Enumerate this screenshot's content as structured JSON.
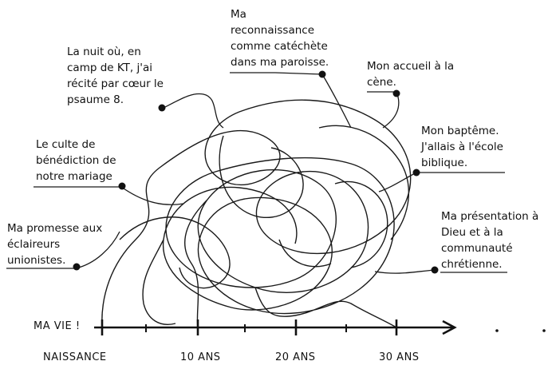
{
  "axis": {
    "title": "MA VIE !",
    "ticks": [
      "NAISSANCE",
      "10 ANS",
      "20 ANS",
      "30 ANS"
    ]
  },
  "annotations": [
    {
      "id": "catechete",
      "text": "Ma\nreconnaissance\ncomme catéchète\ndans ma paroisse."
    },
    {
      "id": "psaume",
      "text": "La nuit où, en\ncamp de KT, j'ai\nrécité par cœur le\npsaume 8."
    },
    {
      "id": "cene",
      "text": "Mon accueil à la\ncène."
    },
    {
      "id": "bapteme",
      "text": "Mon baptême.\nJ'allais à l'école\nbiblique."
    },
    {
      "id": "mariage",
      "text": "Le culte de\nbénédiction de\nnotre mariage"
    },
    {
      "id": "presentation",
      "text": "Ma présentation à\nDieu et à la\ncommunauté\nchrétienne."
    },
    {
      "id": "eclaireurs",
      "text": "Ma promesse aux\néclaireurs\nunionistes."
    }
  ]
}
